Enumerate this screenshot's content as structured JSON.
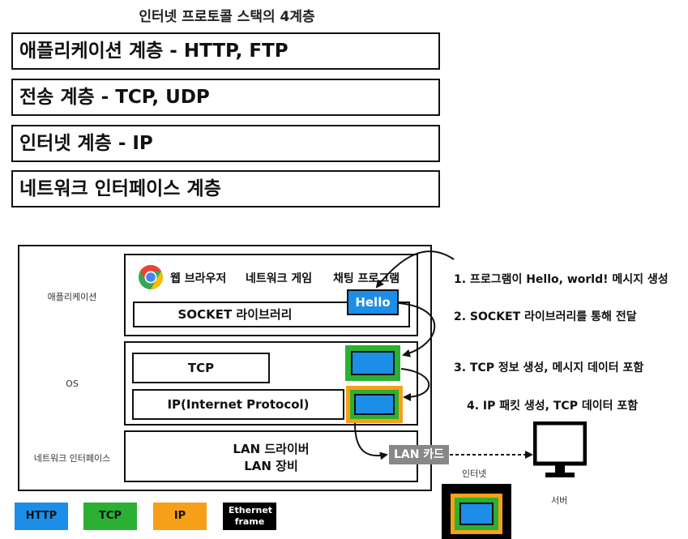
{
  "title": "인터넷 프로토콜 스택의 4계층",
  "stack_layers": [
    "애플리케이션 계층 - HTTP, FTP",
    "전송 계층 - TCP, UDP",
    "인터넷 계층 - IP",
    "네트워크 인터페이스 계층"
  ],
  "side_labels": {
    "application": "애플리케이션",
    "os": "OS",
    "network_interface": "네트워크 인터페이스"
  },
  "apps": {
    "browser": "웹 브라우저",
    "game": "네트워크 게임",
    "chat": "채팅 프로그램"
  },
  "socket_library": "SOCKET 라이브러리",
  "hello_packet": "Hello",
  "tcp_box": "TCP",
  "ip_box": "IP(Internet Protocol)",
  "lan_driver": "LAN 드라이버",
  "lan_device": "LAN 장비",
  "lan_card": "LAN 카드",
  "internet_label": "인터넷",
  "server_label": "서버",
  "steps": [
    "1. 프로그램이 Hello, world! 메시지 생성",
    "2. SOCKET 라이브러리를 통해 전달",
    "3. TCP 정보 생성, 메시지 데이터 포함",
    "4. IP 패킷 생성, TCP 데이터 포함"
  ],
  "legend": [
    {
      "label": "HTTP",
      "color": "#1c8ee8"
    },
    {
      "label": "TCP",
      "color": "#2bb033"
    },
    {
      "label": "IP",
      "color": "#f6a018"
    },
    {
      "label": "Ethernet frame",
      "color": "#000000"
    }
  ],
  "colors": {
    "http": "#1c8ee8",
    "tcp": "#2bb033",
    "ip": "#f6a018",
    "ethernet": "#000000",
    "lan_card": "#888888"
  },
  "icons": [
    "chrome-logo-icon",
    "monitor-icon"
  ]
}
